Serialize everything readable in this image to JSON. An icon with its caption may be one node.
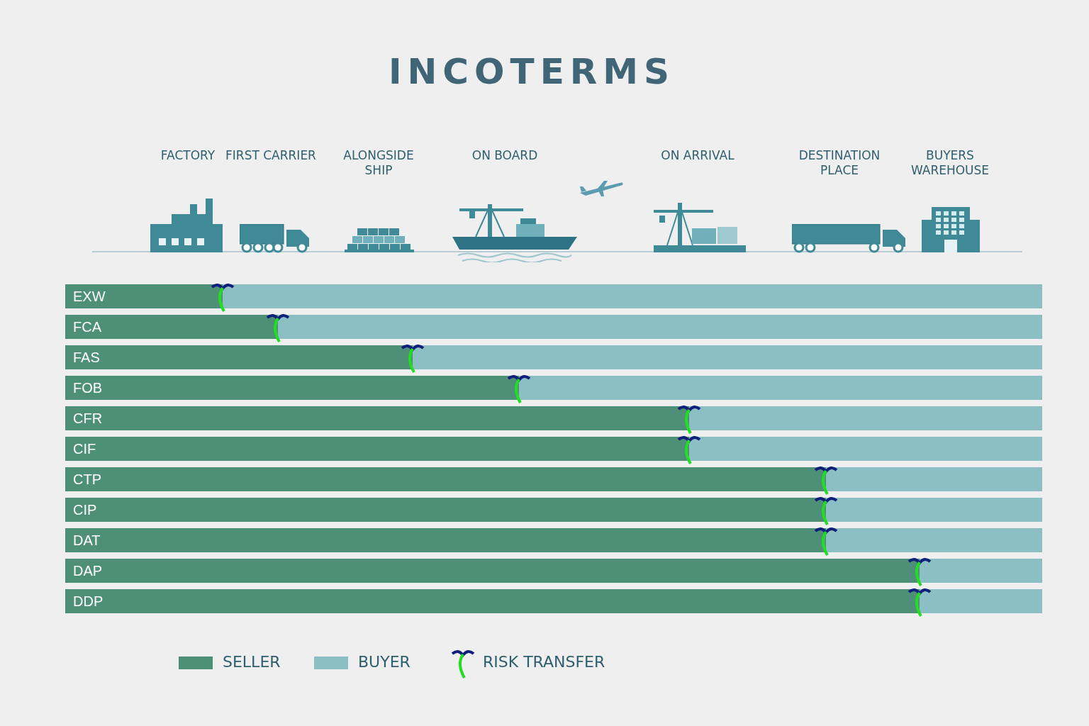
{
  "diagram": {
    "title": "INCOTERMS",
    "nodes": [
      {
        "text": [
          "EXW"
        ]
      },
      {
        "text": [
          "FCA"
        ]
      },
      {
        "text": [
          "FAS"
        ]
      },
      {
        "text": [
          "FOB"
        ]
      },
      {
        "text": [
          "CFR"
        ]
      },
      {
        "text": [
          "CIF"
        ]
      },
      {
        "text": [
          "CTP"
        ]
      },
      {
        "text": [
          "CIP"
        ]
      },
      {
        "text": [
          "DAT"
        ]
      },
      {
        "text": [
          "DAP"
        ]
      },
      {
        "text": [
          "DDP"
        ]
      }
    ],
    "labels": [
      "FACTORY",
      "FIRST CARRIER",
      "ALONGSIDE SHIP",
      "ON BOARD",
      "ON ARRIVAL",
      "DESTINATION PLACE",
      "BUYERS WAREHOUSE"
    ],
    "legend": [
      {
        "text": "SELLER",
        "color": "#4e8f78"
      },
      {
        "text": "BUYER",
        "color": "#8bbfc4"
      },
      {
        "text": "RISK TRANSFER"
      }
    ]
  }
}
